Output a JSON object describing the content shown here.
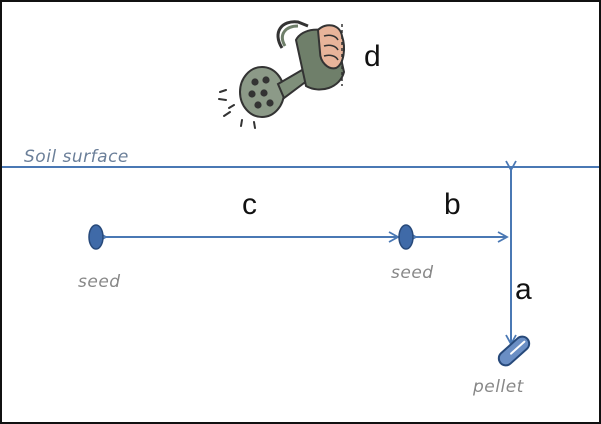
{
  "soil_surface_label": "Soil surface",
  "labels": {
    "a": "a",
    "b": "b",
    "c": "c",
    "d": "d"
  },
  "objects": {
    "seed_left": "seed",
    "seed_right": "seed",
    "pellet": "pellet"
  },
  "colors": {
    "line": "#4a78b4",
    "seed": "#3f6aa8",
    "pellet": "#6a8ec4",
    "can_body": "#6f7f6a",
    "hand": "#e8b49a"
  }
}
